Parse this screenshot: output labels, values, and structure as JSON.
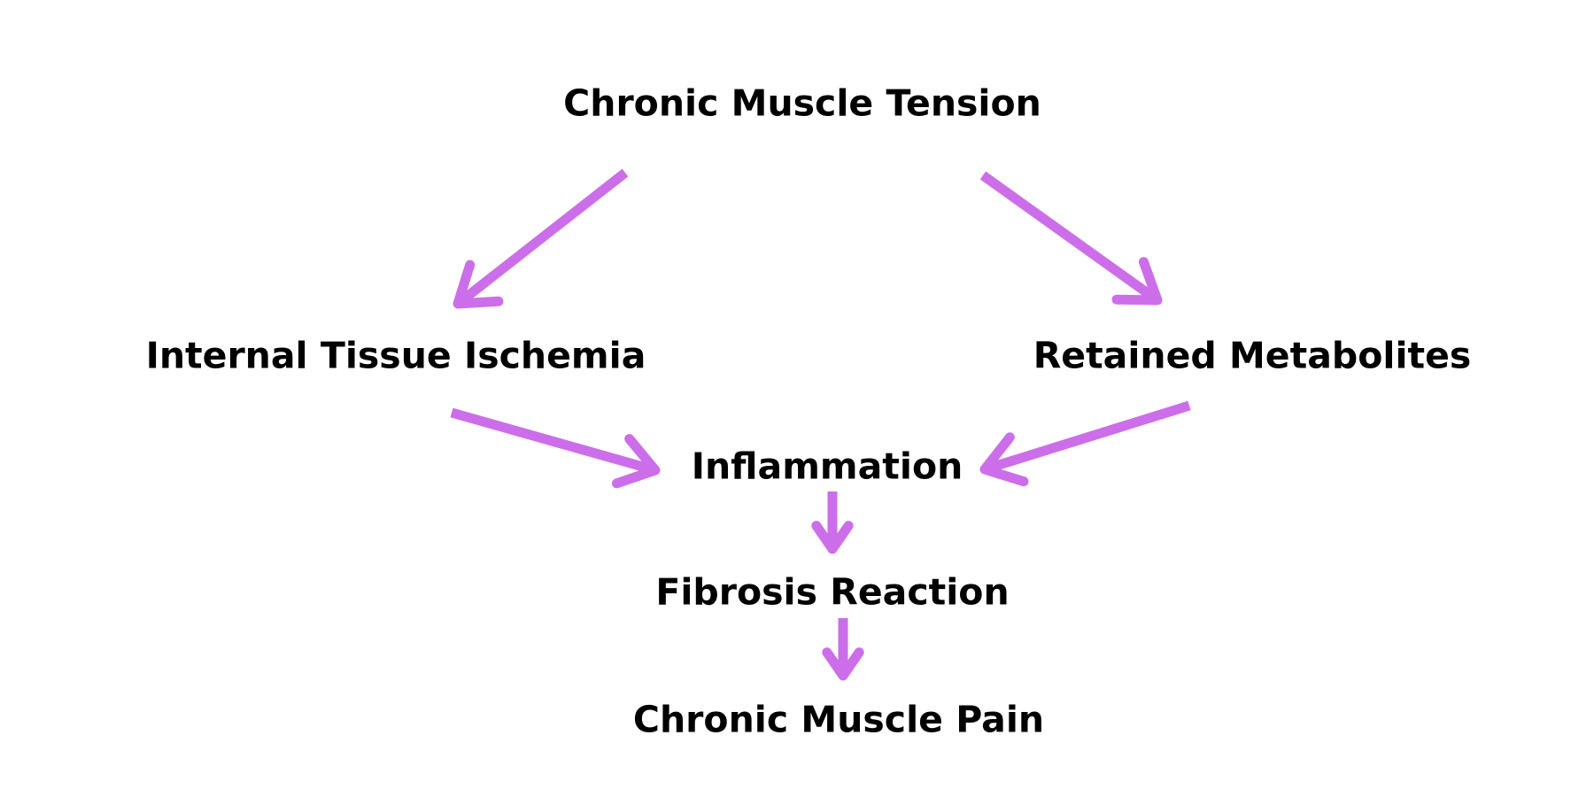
{
  "colors": {
    "arrow": "#cc6ee9",
    "text": "#000000",
    "background": "#ffffff"
  },
  "nodes": {
    "chronic_muscle_tension": "Chronic Muscle Tension",
    "internal_tissue_ischemia": "Internal Tissue Ischemia",
    "retained_metabolites": "Retained Metabolites",
    "inflammation": "Inflammation",
    "fibrosis_reaction": "Fibrosis Reaction",
    "chronic_muscle_pain": "Chronic Muscle Pain"
  },
  "edges": [
    {
      "from": "chronic_muscle_tension",
      "to": "internal_tissue_ischemia"
    },
    {
      "from": "chronic_muscle_tension",
      "to": "retained_metabolites"
    },
    {
      "from": "internal_tissue_ischemia",
      "to": "inflammation"
    },
    {
      "from": "retained_metabolites",
      "to": "inflammation"
    },
    {
      "from": "inflammation",
      "to": "fibrosis_reaction"
    },
    {
      "from": "fibrosis_reaction",
      "to": "chronic_muscle_pain"
    }
  ]
}
